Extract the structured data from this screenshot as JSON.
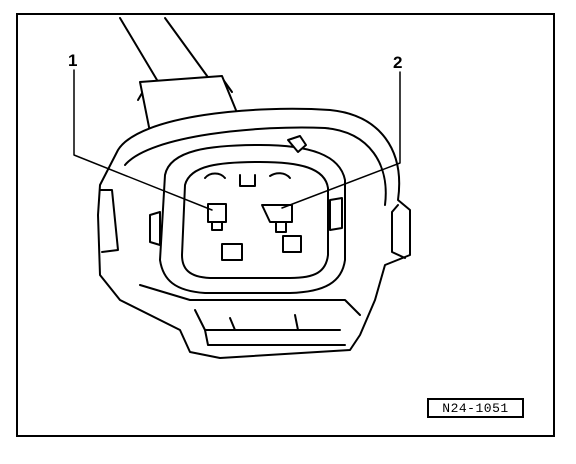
{
  "callouts": {
    "one": "1",
    "two": "2"
  },
  "figure_code": "N24-1051"
}
